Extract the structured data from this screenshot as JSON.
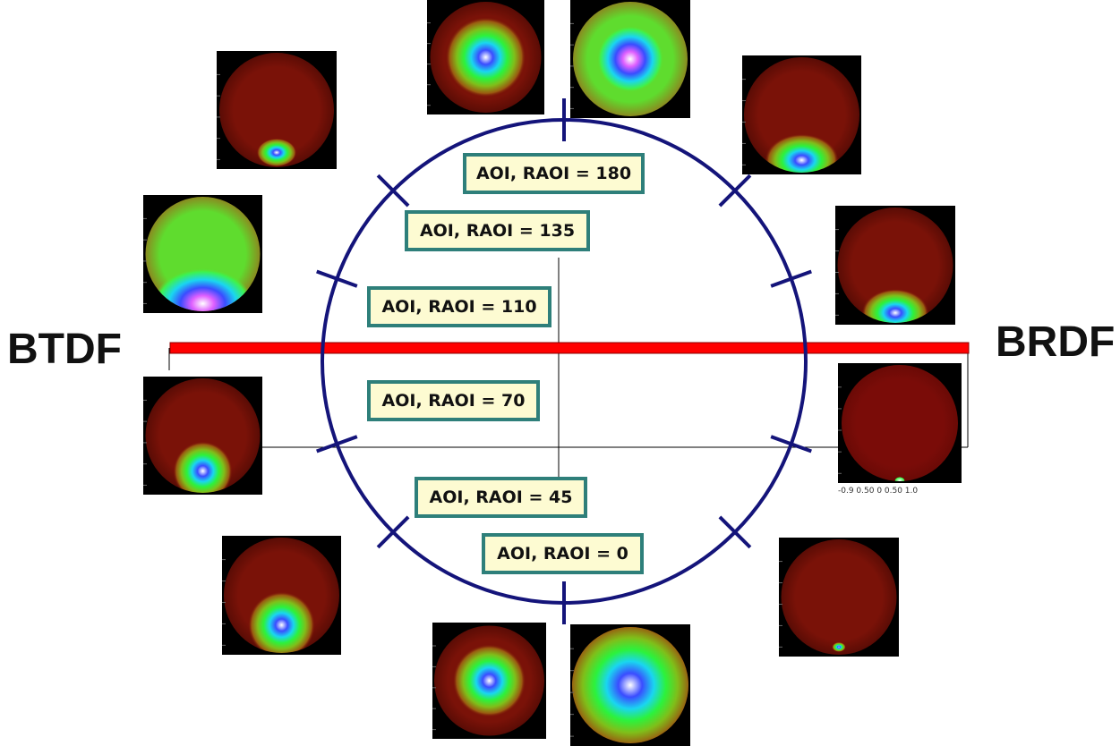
{
  "left_label": "BTDF",
  "right_label": "BRDF",
  "aoi_labels": [
    {
      "id": "180",
      "text": "AOI, RAOI = 180"
    },
    {
      "id": "135",
      "text": "AOI, RAOI = 135"
    },
    {
      "id": "110",
      "text": "AOI, RAOI = 110"
    },
    {
      "id": "70",
      "text": "AOI, RAOI = 70"
    },
    {
      "id": "45",
      "text": "AOI, RAOI = 45"
    },
    {
      "id": "0",
      "text": "AOI, RAOI = 0"
    }
  ],
  "partial_axis_text": "-0.9 0.50  0  0.50 1.0",
  "colors": {
    "circle": "#14147a",
    "red_bar": "#ff0000",
    "label_fill": "#fdfbd2",
    "label_border": "#2e7f7a",
    "plot_background": "#000000"
  },
  "plots": [
    {
      "id": "top-left-a",
      "palette": "red",
      "spot": [
        0.5,
        0.86
      ],
      "spot_size": 0.12
    },
    {
      "id": "top-center-a",
      "palette": "red",
      "spot": [
        0.5,
        0.5
      ],
      "spot_size": 0.35
    },
    {
      "id": "top-center-b",
      "palette": "green",
      "spot": [
        0.5,
        0.5
      ],
      "spot_size": 0.28
    },
    {
      "id": "top-right-a",
      "palette": "red",
      "spot": [
        0.5,
        0.88
      ],
      "spot_size": 0.22
    },
    {
      "id": "left-a",
      "palette": "green",
      "spot": [
        0.5,
        0.92
      ],
      "spot_size": 0.3
    },
    {
      "id": "right-a",
      "palette": "red",
      "spot": [
        0.5,
        0.9
      ],
      "spot_size": 0.2
    },
    {
      "id": "left-b",
      "palette": "red",
      "spot": [
        0.5,
        0.8
      ],
      "spot_size": 0.25
    },
    {
      "id": "right-b",
      "palette": "dark",
      "spot": [
        0.5,
        0.98
      ],
      "spot_size": 0.03
    },
    {
      "id": "bottom-left-a",
      "palette": "red",
      "spot": [
        0.5,
        0.75
      ],
      "spot_size": 0.28
    },
    {
      "id": "bottom-right-a",
      "palette": "red",
      "spot": [
        0.5,
        0.92
      ],
      "spot_size": 0.04
    },
    {
      "id": "bottom-center-a",
      "palette": "red",
      "spot": [
        0.5,
        0.5
      ],
      "spot_size": 0.32
    },
    {
      "id": "bottom-center-b",
      "palette": "red",
      "spot": [
        0.5,
        0.5
      ],
      "spot_size": 0.55
    }
  ]
}
